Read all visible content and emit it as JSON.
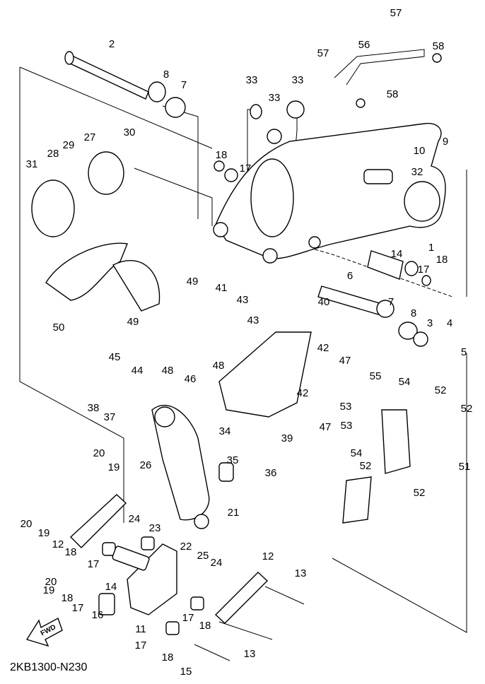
{
  "diagram_code": "2KB1300-N230",
  "fwd_label": "FWD",
  "callouts": [
    "57",
    "57",
    "56",
    "58",
    "58",
    "2",
    "8",
    "7",
    "33",
    "33",
    "33",
    "9",
    "10",
    "30",
    "27",
    "29",
    "28",
    "31",
    "18",
    "17",
    "32",
    "1",
    "14",
    "17",
    "18",
    "6",
    "40",
    "7",
    "8",
    "3",
    "4",
    "5",
    "49",
    "41",
    "43",
    "43",
    "49",
    "45",
    "44",
    "48",
    "48",
    "42",
    "47",
    "46",
    "50",
    "55",
    "54",
    "52",
    "52",
    "53",
    "53",
    "38",
    "37",
    "39",
    "42",
    "47",
    "51",
    "54",
    "34",
    "35",
    "36",
    "20",
    "19",
    "26",
    "52",
    "52",
    "21",
    "20",
    "19",
    "12",
    "24",
    "23",
    "18",
    "17",
    "22",
    "25",
    "24",
    "14",
    "20",
    "19",
    "18",
    "17",
    "16",
    "12",
    "13",
    "11",
    "17",
    "18",
    "17",
    "18",
    "13",
    "15"
  ]
}
